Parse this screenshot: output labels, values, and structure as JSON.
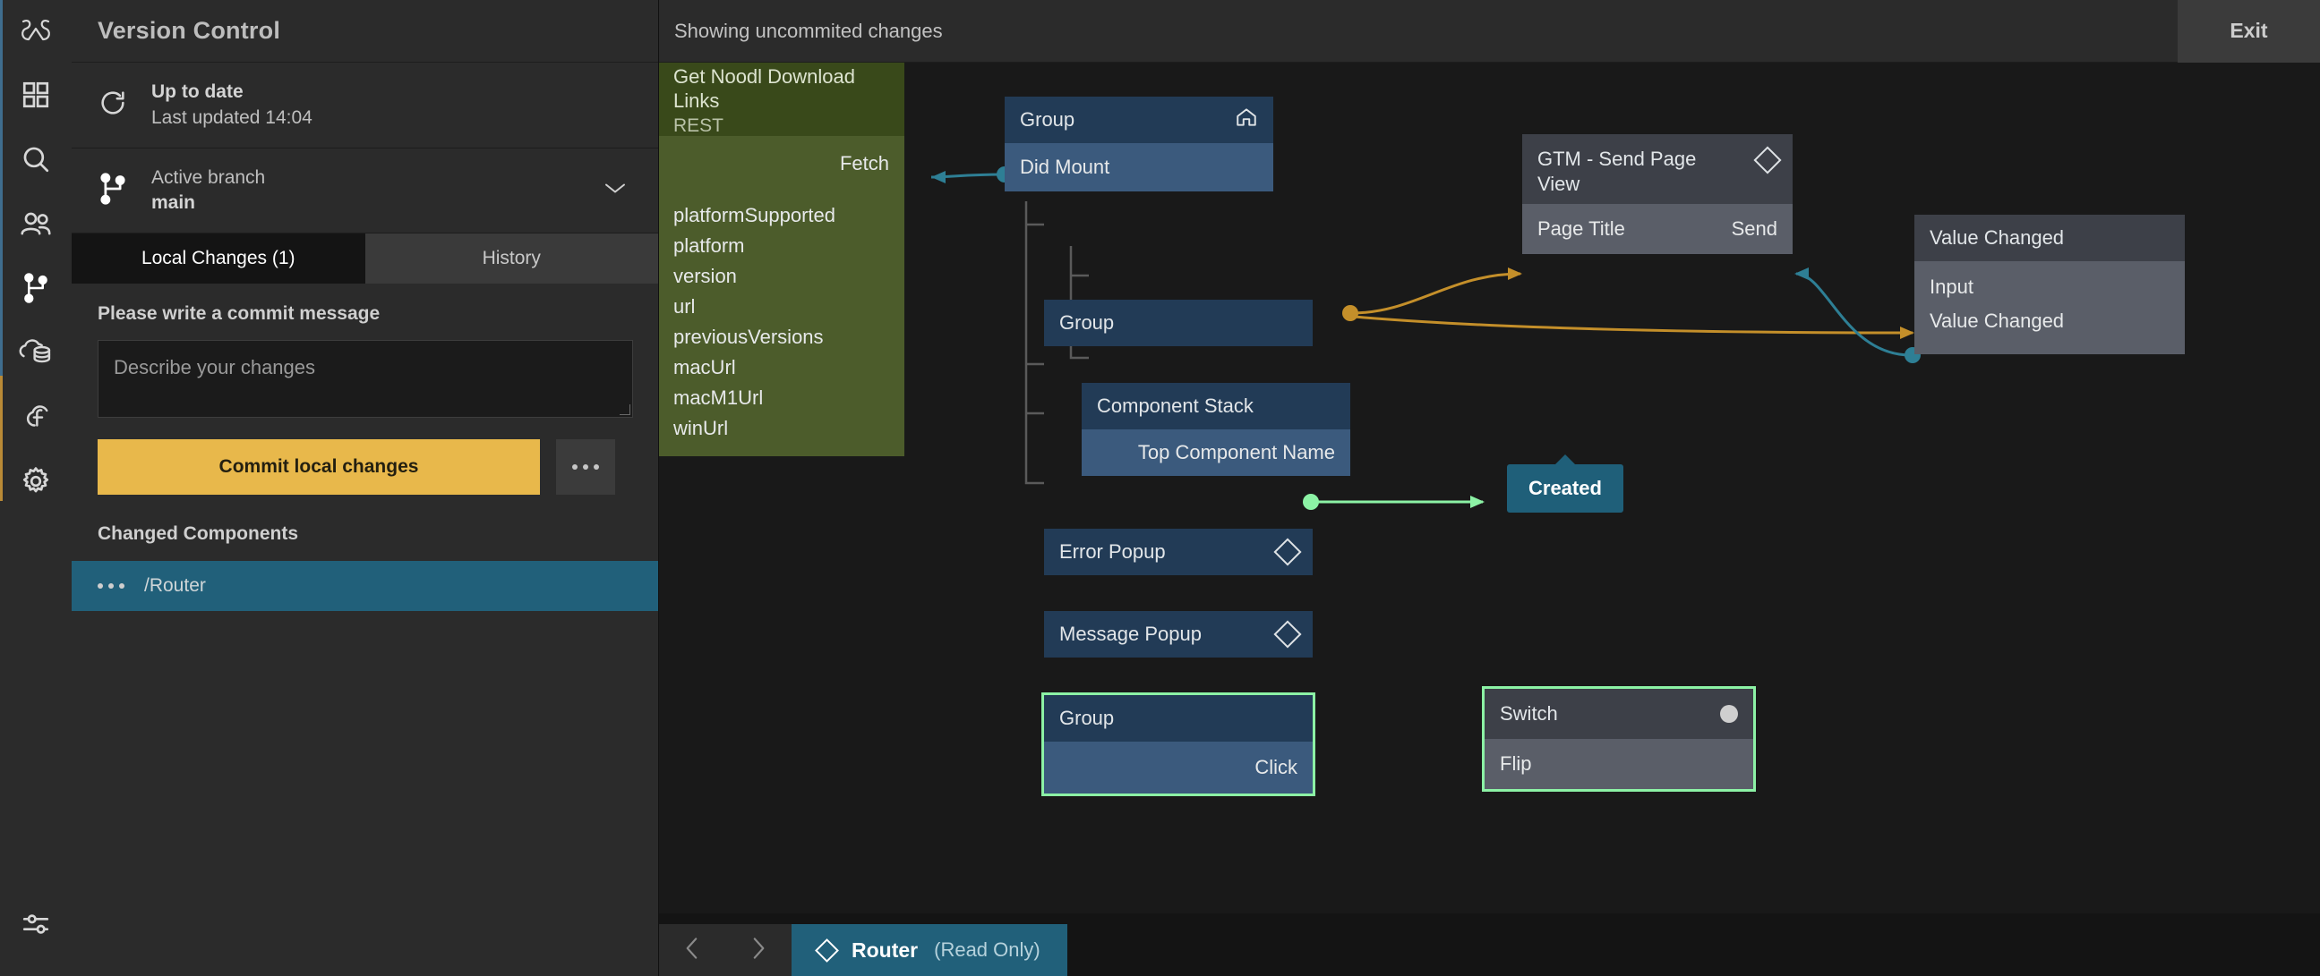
{
  "rail": {
    "items": [
      {
        "name": "noodl-logo-icon",
        "label": "Noodl"
      },
      {
        "name": "components-grid-icon",
        "label": "Components"
      },
      {
        "name": "search-icon",
        "label": "Search"
      },
      {
        "name": "users-icon",
        "label": "Team"
      },
      {
        "name": "git-branch-icon",
        "label": "Version Control"
      },
      {
        "name": "cloud-data-icon",
        "label": "Cloud Data"
      },
      {
        "name": "cloud-functions-icon",
        "label": "Cloud Functions"
      },
      {
        "name": "gear-icon",
        "label": "Settings"
      }
    ],
    "bottom": {
      "name": "sliders-icon",
      "label": "Editor settings"
    }
  },
  "panel": {
    "title": "Version Control",
    "status": {
      "icon": "refresh-icon",
      "title": "Up to date",
      "subtitle": "Last updated 14:04"
    },
    "branch": {
      "icon": "git-branch-icon",
      "label": "Active branch",
      "name": "main",
      "chevron": "chevron-down-icon"
    },
    "tabs": [
      {
        "label": "Local Changes (1)",
        "active": true
      },
      {
        "label": "History",
        "active": false
      }
    ],
    "commit": {
      "prompt": "Please write a commit message",
      "placeholder": "Describe your changes",
      "value": "",
      "button_label": "Commit local changes",
      "more_label": "More options"
    },
    "changed": {
      "header": "Changed Components",
      "items": [
        {
          "name": "/Router",
          "menu": "row-menu-icon"
        }
      ]
    }
  },
  "topbar": {
    "status_text": "Showing uncommited changes",
    "exit_label": "Exit"
  },
  "bottombar": {
    "prev_label": "‹",
    "next_label": "›",
    "tab": {
      "title": "Router",
      "badge": "(Read Only)",
      "icon": "diamond-icon"
    }
  },
  "canvas": {
    "nodes": [
      {
        "id": "rest",
        "kind": "rest",
        "title": "Get Noodl Download Links",
        "subtitle": "REST",
        "ports_out": [
          "Fetch"
        ],
        "ports_in": [
          "platformSupported",
          "platform",
          "version",
          "url",
          "previousVersions",
          "macUrl",
          "macM1Url",
          "winUrl"
        ]
      },
      {
        "id": "group-root",
        "kind": "visual",
        "title": "Group",
        "icon": "home-icon",
        "ports_out": [],
        "ports_in": [
          "Did Mount"
        ]
      },
      {
        "id": "group-2",
        "kind": "visual",
        "title": "Group",
        "icon": "",
        "ports_in": [],
        "ports_out": []
      },
      {
        "id": "component-stack",
        "kind": "visual",
        "title": "Component Stack",
        "ports_out": [
          "Top Component Name"
        ],
        "ports_in": []
      },
      {
        "id": "error-popup",
        "kind": "visual",
        "title": "Error Popup",
        "icon": "diamond-icon"
      },
      {
        "id": "message-popup",
        "kind": "visual",
        "title": "Message Popup",
        "icon": "diamond-icon"
      },
      {
        "id": "group-3",
        "kind": "visual",
        "title": "Group",
        "selected": true,
        "ports_out": [
          "Click"
        ]
      },
      {
        "id": "gtm",
        "kind": "logic",
        "title": "GTM - Send Page View",
        "icon": "diamond-icon",
        "ports_in": [
          "Page Title"
        ],
        "ports_out": [
          "Send"
        ]
      },
      {
        "id": "value-changed",
        "kind": "logic",
        "title": "Value Changed",
        "ports_in": [
          "Input"
        ],
        "ports_out_left": [
          "Value Changed"
        ]
      },
      {
        "id": "switch",
        "kind": "logic",
        "title": "Switch",
        "icon": "circle-icon",
        "selected": true,
        "ports_in": [
          "Flip"
        ]
      }
    ],
    "badge": {
      "label": "Created"
    },
    "colors": {
      "connection_blue": "#2e7f95",
      "connection_orange": "#c48f2a",
      "connection_green": "#8cf2a5",
      "selection_green": "#8cf2a5",
      "visual_head": "#223b56",
      "visual_body": "#3b5a7d",
      "logic_head": "#3d4048",
      "logic_body": "#5a5e68",
      "rest_head": "#39491a",
      "rest_body": "#4c5c2b",
      "accent_yellow": "#e8b84b",
      "accent_teal": "#21607a"
    }
  }
}
